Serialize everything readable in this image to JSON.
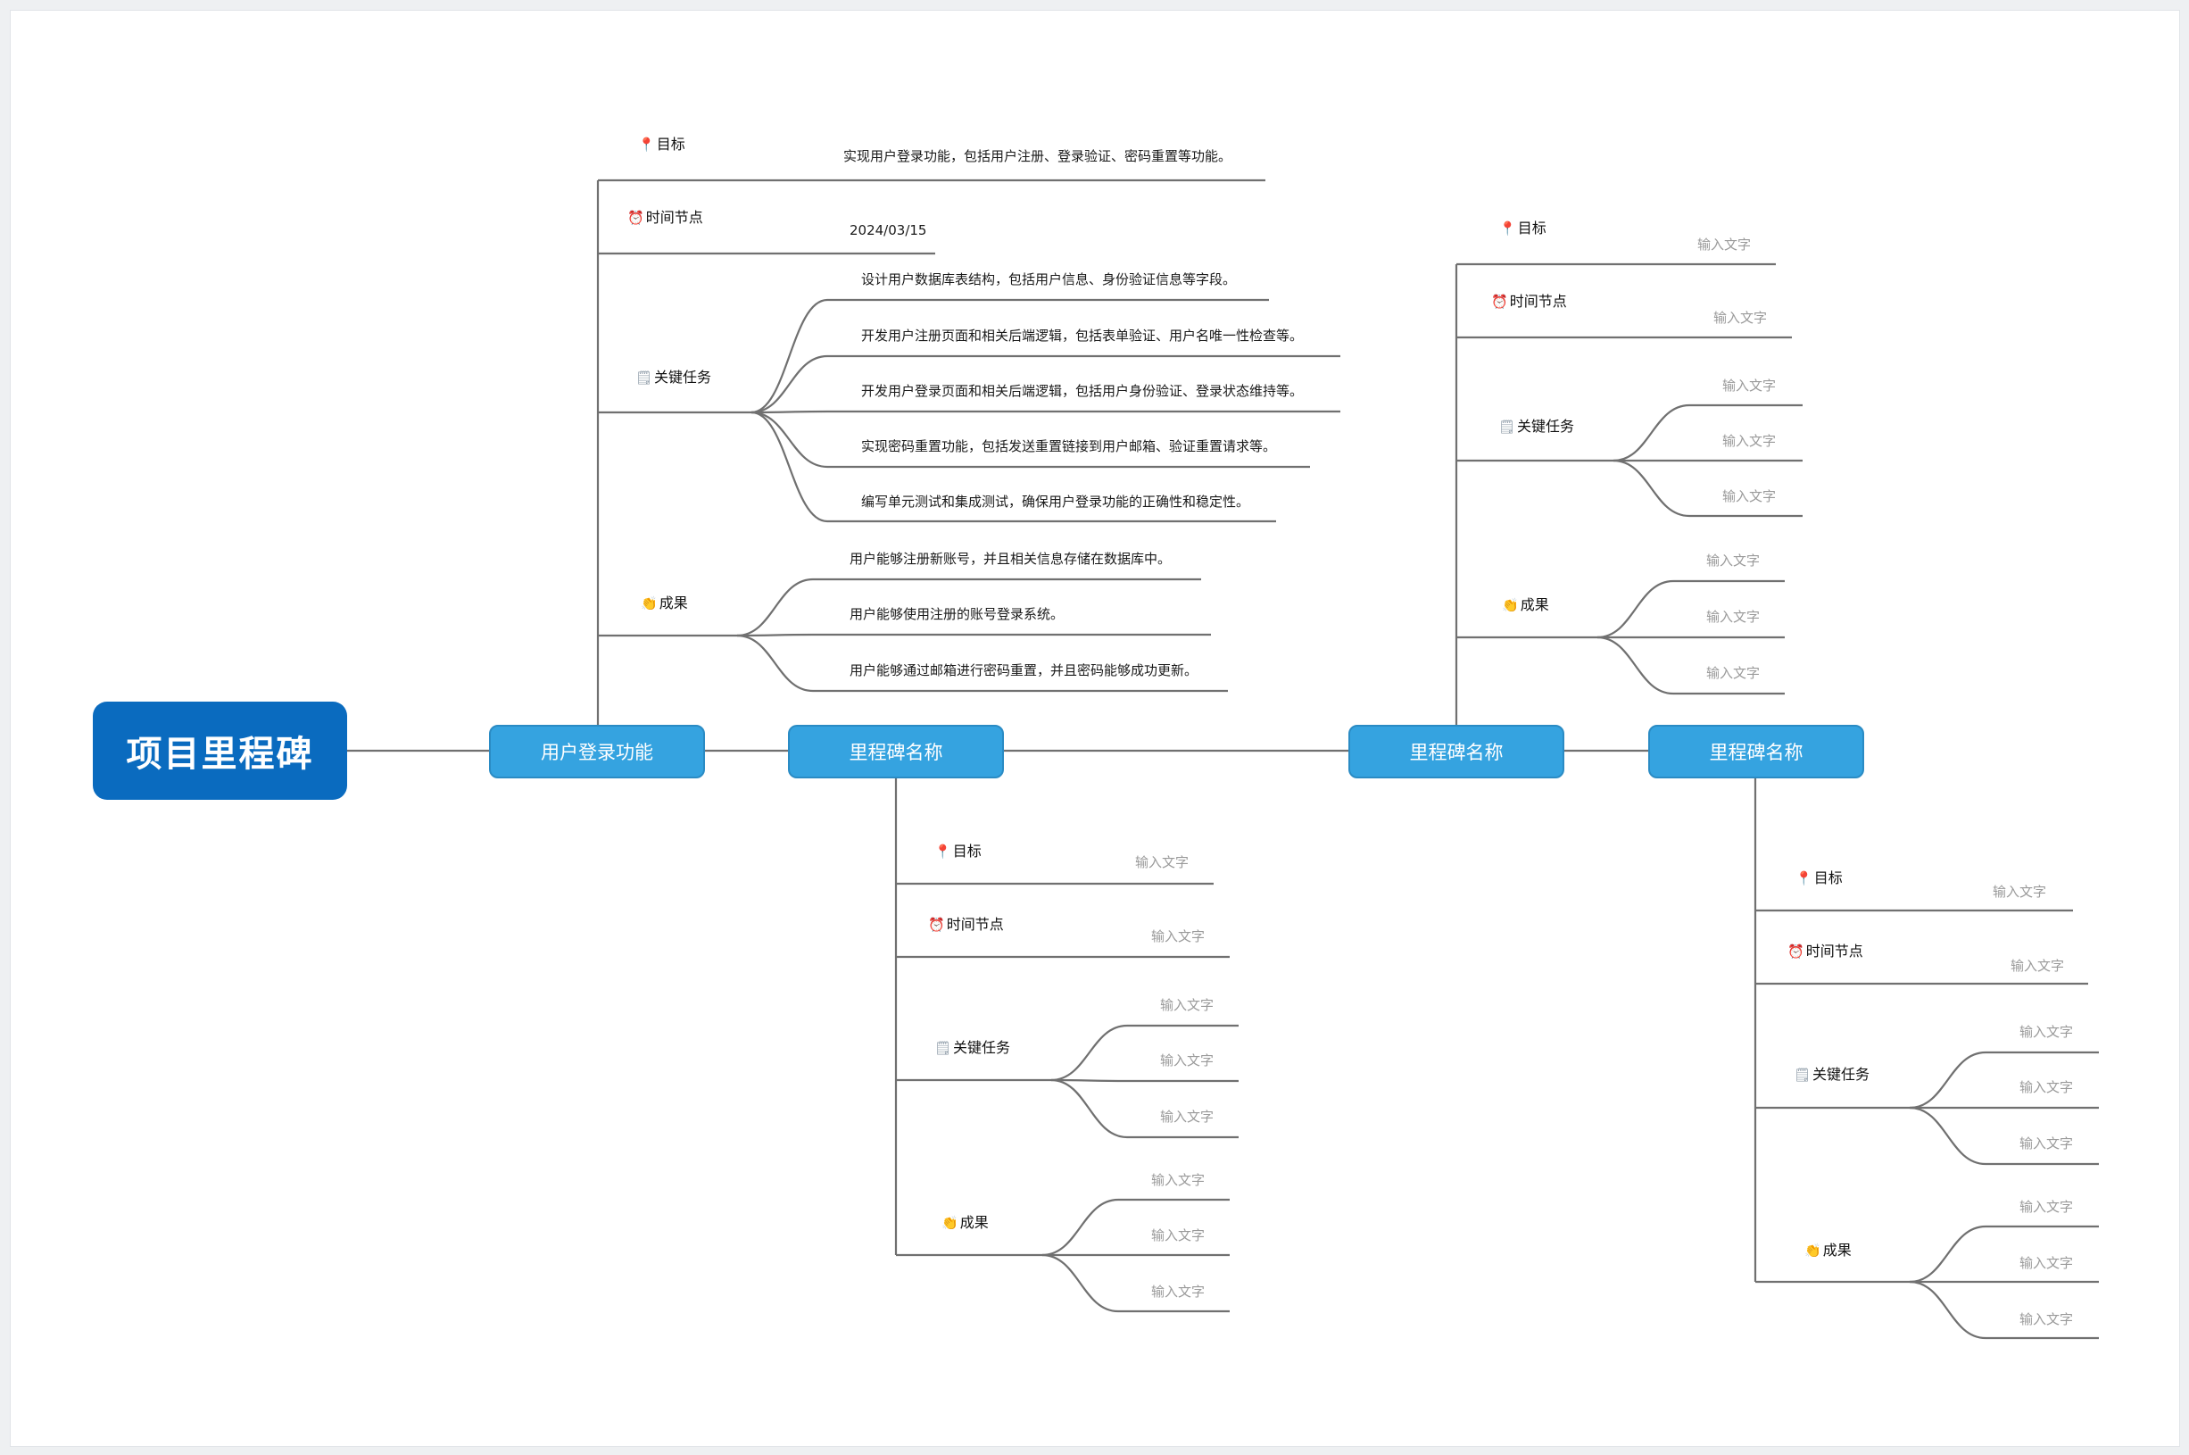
{
  "root": {
    "title": "项目里程碑"
  },
  "milestones": [
    {
      "name": "用户登录功能",
      "goal_label": "目标",
      "goal_text": "实现用户登录功能，包括用户注册、登录验证、密码重置等功能。",
      "time_label": "时间节点",
      "time_text": "2024/03/15",
      "tasks_label": "关键任务",
      "tasks": [
        "设计用户数据库表结构，包括用户信息、身份验证信息等字段。",
        "开发用户注册页面和相关后端逻辑，包括表单验证、用户名唯一性检查等。",
        "开发用户登录页面和相关后端逻辑，包括用户身份验证、登录状态维持等。",
        "实现密码重置功能，包括发送重置链接到用户邮箱、验证重置请求等。",
        "编写单元测试和集成测试，确保用户登录功能的正确性和稳定性。"
      ],
      "results_label": "成果",
      "results": [
        "用户能够注册新账号，并且相关信息存储在数据库中。",
        "用户能够使用注册的账号登录系统。",
        "用户能够通过邮箱进行密码重置，并且密码能够成功更新。"
      ]
    },
    {
      "name": "里程碑名称",
      "goal_label": "目标",
      "goal_text": "输入文字",
      "time_label": "时间节点",
      "time_text": "输入文字",
      "tasks_label": "关键任务",
      "tasks": [
        "输入文字",
        "输入文字",
        "输入文字"
      ],
      "results_label": "成果",
      "results": [
        "输入文字",
        "输入文字",
        "输入文字"
      ]
    },
    {
      "name": "里程碑名称",
      "goal_label": "目标",
      "goal_text": "输入文字",
      "time_label": "时间节点",
      "time_text": "输入文字",
      "tasks_label": "关键任务",
      "tasks": [
        "输入文字",
        "输入文字",
        "输入文字"
      ],
      "results_label": "成果",
      "results": [
        "输入文字",
        "输入文字",
        "输入文字"
      ]
    },
    {
      "name": "里程碑名称",
      "goal_label": "目标",
      "goal_text": "输入文字",
      "time_label": "时间节点",
      "time_text": "输入文字",
      "tasks_label": "关键任务",
      "tasks": [
        "输入文字",
        "输入文字",
        "输入文字"
      ],
      "results_label": "成果",
      "results": [
        "输入文字",
        "输入文字",
        "输入文字"
      ]
    }
  ],
  "icons": {
    "goal": "pin-icon",
    "time": "alarm-clock-icon",
    "tasks": "notepad-icon",
    "results": "clapping-hands-icon"
  },
  "colors": {
    "root": "#0a6bbf",
    "milestone": "#35a3e0",
    "line": "#707070",
    "placeholder": "#9a9a9a"
  }
}
